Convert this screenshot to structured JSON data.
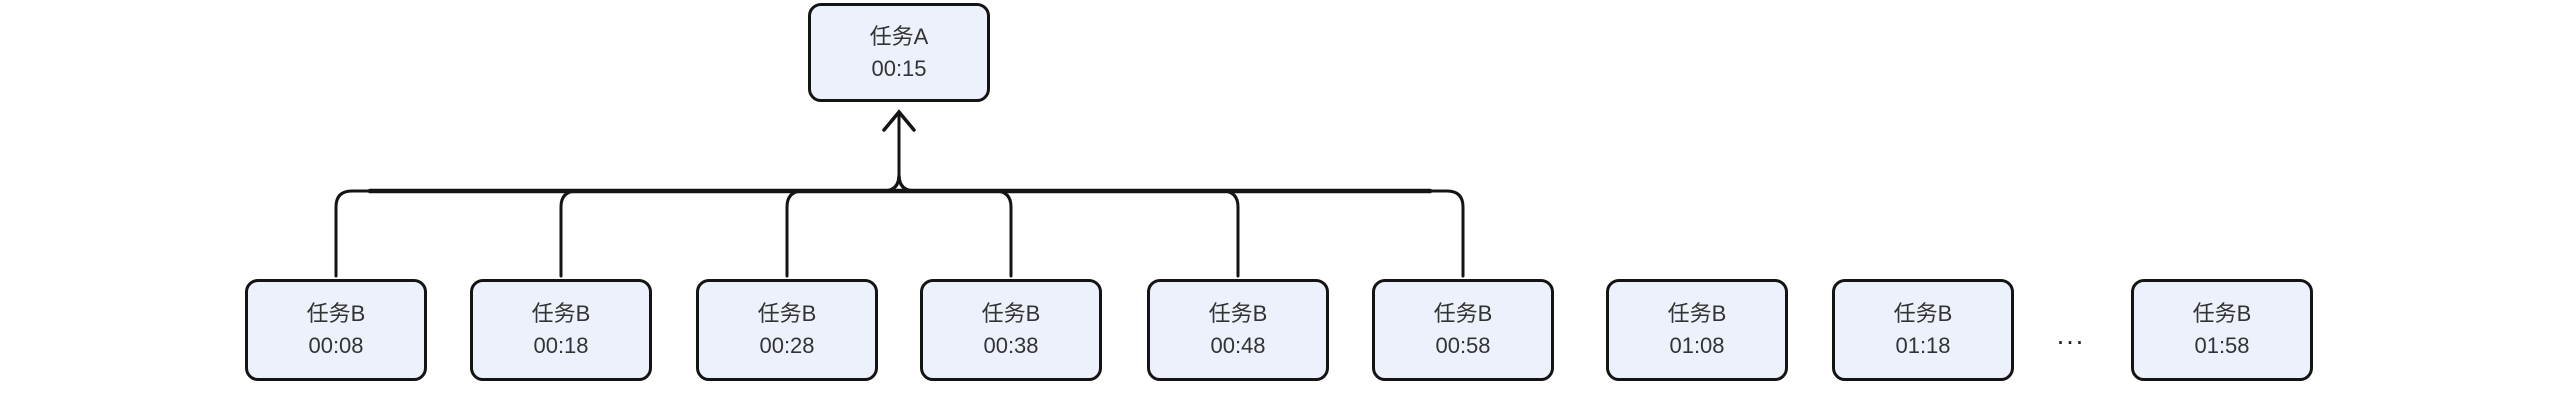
{
  "diagram": {
    "parent": {
      "label": "任务A",
      "time": "00:15"
    },
    "children": [
      {
        "label": "任务B",
        "time": "00:08",
        "connected_to_parent": true
      },
      {
        "label": "任务B",
        "time": "00:18",
        "connected_to_parent": true
      },
      {
        "label": "任务B",
        "time": "00:28",
        "connected_to_parent": true
      },
      {
        "label": "任务B",
        "time": "00:38",
        "connected_to_parent": true
      },
      {
        "label": "任务B",
        "time": "00:48",
        "connected_to_parent": true
      },
      {
        "label": "任务B",
        "time": "00:58",
        "connected_to_parent": true
      },
      {
        "label": "任务B",
        "time": "01:08",
        "connected_to_parent": false
      },
      {
        "label": "任务B",
        "time": "01:18",
        "connected_to_parent": false
      },
      {
        "label": "任务B",
        "time": "01:58",
        "connected_to_parent": false
      }
    ],
    "ellipsis": "...",
    "arrow_direction": "up",
    "colors": {
      "background": "#ffffff",
      "node_fill": "#ecf1fb",
      "node_border": "#141414",
      "connector": "#141414",
      "text": "#333333"
    }
  }
}
